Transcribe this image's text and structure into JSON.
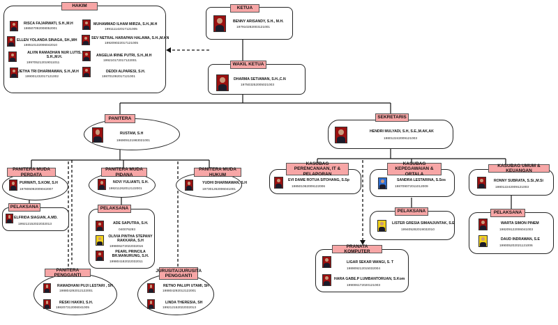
{
  "hakim": {
    "title": "HAKIM",
    "members": [
      {
        "name": "RISCA FAJARWATI, S.H.,M.H",
        "nip": "198507092008052001"
      },
      {
        "name": "MUHAMMAD ILHAM MIRZA, S.H.,M.H",
        "nip": "199111142017121005"
      },
      {
        "name": "ELLEN YOLANDA SINAGA, SH.,MH",
        "nip": "198510132006042010"
      },
      {
        "name": "SEV NETRAL HARAPAN HALAWA, S.H.,M.KN",
        "nip": "199209022017121005"
      },
      {
        "name": "ALVIN RAMADHAN NUR LUTIS, S.H.,M.H.",
        "nip": "199705212019011011"
      },
      {
        "name": "ANGELIA IRINE PUTRI, S.H.,M.H",
        "nip": "199210172017122001"
      },
      {
        "name": "JETHA TRI DHARMAWAN, S.H.,M.H",
        "nip": "199001232017121002"
      },
      {
        "name": "DEDDI ALPARESI, S.H.",
        "nip": "198701092017121001"
      }
    ]
  },
  "ketua": {
    "title": "KETUA",
    "name": "BENNY ARISANDY, S.H., M.H.",
    "nip": "197910282003121001"
  },
  "wakil": {
    "title": "WAKIL KETUA",
    "name": "DHARMA SETIAWAN, S.H.,C.N",
    "nip": "197503252005021003"
  },
  "panitera": {
    "title": "PANITERA",
    "name": "RUSTAM, S.H",
    "nip": "196909121983021001"
  },
  "sekretaris": {
    "title": "SEKRETARIS",
    "name": "HENDRI MULYADI, S.H, S.E.,M.AK,AK",
    "nip": "198012242009121003"
  },
  "pm_perdata": {
    "title": "PANITERA MUDA PERDATA",
    "name": "PURWATI, S.KOM, S.H",
    "nip": "197806092009042007"
  },
  "pel_perdata": {
    "title": "PELAKSANA",
    "name": "ELFRIDA SIAGIAN, A.MD.",
    "nip": "199212152022032013"
  },
  "pm_pidana": {
    "title": "PANITERA MUDA PIDANA",
    "name": "NOVI YULIANTI, S.H.",
    "nip": "198211262012122001"
  },
  "pel_pidana": {
    "title": "PELAKSANA",
    "members": [
      {
        "name": "ADE SAPUTRA, S.H.",
        "nip": "040076293"
      },
      {
        "name": "OLIVIA PINTHA STEPANY RAKKARA, S.H",
        "nip": "199806272022032016"
      },
      {
        "name": "PEARL PRINCILA BR.MANURUNG, S.H.",
        "nip": "199804182022032011"
      }
    ]
  },
  "pm_hukum": {
    "title": "PANITERA MUDA HUKUM",
    "name": "YUDHI DHARMAWAN, S.H",
    "nip": "197301262006041001"
  },
  "pp": {
    "title": "PANITERA PENGGANTI",
    "members": [
      {
        "name": "RAMADHANI PUJI LESTARI , SH",
        "nip": "198804292012122001"
      },
      {
        "name": "RESKI HAKIKI, S.H.",
        "nip": "198207312006041005"
      }
    ]
  },
  "jsp": {
    "title": "JURUSITA/JURUSITA PENGGANTI",
    "members": [
      {
        "name": "RETNO PALUPI UTAMI, SH",
        "nip": "198804292012122001"
      },
      {
        "name": "LINDA THERESIA, SH",
        "nip": "199212152022032013"
      }
    ]
  },
  "ks_ptip": {
    "title": "KASUBAG PERENCANAAN, IT & PELAPORAN",
    "name": "EVI DAME ROTUA SITOHANG, S.Sp",
    "nip": "198501062009122006"
  },
  "ks_kepeg": {
    "title": "KASUBAG KEPEGAWAIAN & ORTALA",
    "name": "SANDRA LESTARINA, S.Sos",
    "nip": "198709072011012009"
  },
  "ks_umum": {
    "title": "KASUBAG UMUM & KEUANGAN",
    "name": "RONNY SUBRATA, S.Si.,M.Si",
    "nip": "198012242009121003"
  },
  "pel_kepeg": {
    "title": "PELAKSANA",
    "name": "LISTER GRESIA SIMANJUNTAK, S.E",
    "nip": "199405282019032010"
  },
  "pel_umum": {
    "title": "PELAKSANA",
    "members": [
      {
        "name": "WARTA SIMON PINEM",
        "nip": "198209122006041003"
      },
      {
        "name": "DAUD INDRAWAN, S.E",
        "nip": "199005202021121006"
      }
    ]
  },
  "prakom": {
    "title": "PRANATA KOMPUTER",
    "members": [
      {
        "name": "LIGAR SEKAR WANGI, S. T",
        "nip": "198909212015032004"
      },
      {
        "name": "HARA GABE.P LUMBANTORUAN, S.Kom",
        "nip": "199006172020121003"
      }
    ]
  }
}
